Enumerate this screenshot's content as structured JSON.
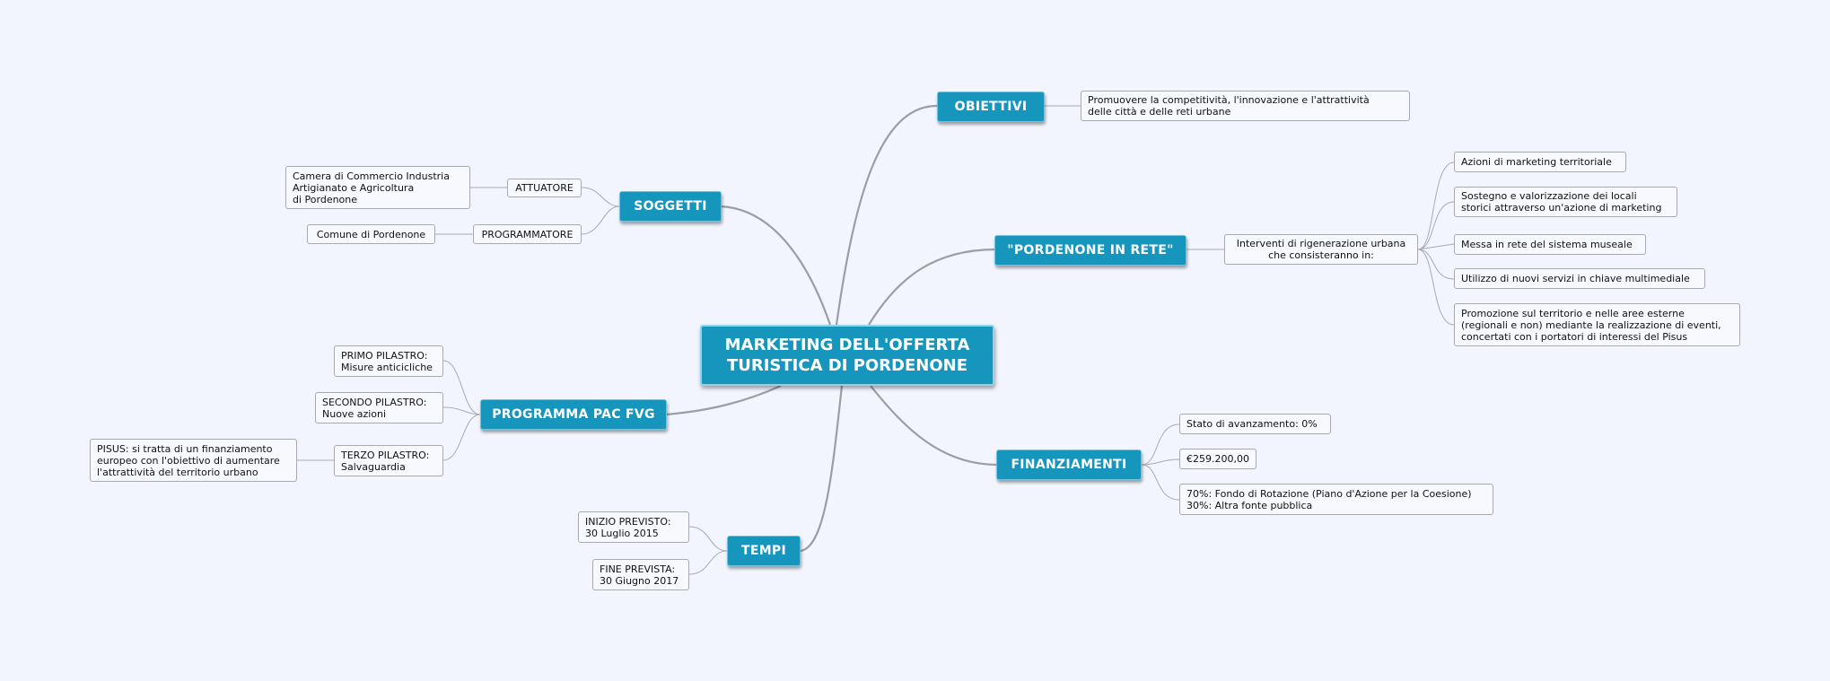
{
  "central": {
    "line1": "MARKETING DELL'OFFERTA",
    "line2": "TURISTICA DI PORDENONE"
  },
  "branches": {
    "obiettivi": {
      "label": "OBIETTIVI",
      "detail": {
        "line1": "Promuovere la competitività, l'innovazione e l'attrattività",
        "line2": "delle città  e delle reti urbane"
      }
    },
    "rete": {
      "label": "\"PORDENONE IN RETE\"",
      "intro": {
        "line1": "Interventi di rigenerazione urbana",
        "line2": "che consisteranno in:"
      },
      "items": {
        "a": "Azioni di marketing territoriale",
        "b1": "Sostegno e valorizzazione dei locali",
        "b2": "storici attraverso un'azione di marketing",
        "c": "Messa in rete del sistema museale",
        "d": "Utilizzo di nuovi servizi in chiave multimediale",
        "e1": "Promozione sul territorio e nelle aree esterne",
        "e2": "(regionali e non) mediante la realizzazione di eventi,",
        "e3": "concertati con i portatori di interessi del Pisus"
      }
    },
    "finanziamenti": {
      "label": "FINANZIAMENTI",
      "stato": "Stato di avanzamento: 0%",
      "importo": "€259.200,00",
      "fondo1": "70%: Fondo di Rotazione (Piano d'Azione per la Coesione)",
      "fondo2": "30%: Altra fonte pubblica"
    },
    "soggetti": {
      "label": "SOGGETTI",
      "attuatore": "ATTUATORE",
      "attuatore_value": {
        "line1": "Camera di Commercio Industria",
        "line2": "Artigianato e Agricoltura",
        "line3": "di Pordenone"
      },
      "programmatore": "PROGRAMMATORE",
      "programmatore_value": "Comune di Pordenone"
    },
    "pac": {
      "label": "PROGRAMMA PAC FVG",
      "primo": {
        "line1": "PRIMO PILASTRO:",
        "line2": "Misure anticicliche"
      },
      "secondo": {
        "line1": "SECONDO PILASTRO:",
        "line2": "Nuove azioni"
      },
      "terzo": {
        "line1": "TERZO PILASTRO:",
        "line2": "Salvaguardia"
      },
      "pisus": {
        "line1": "PISUS: si tratta di un finanziamento",
        "line2": "europeo con l'obiettivo di aumentare",
        "line3": "l'attrattività del territorio urbano"
      }
    },
    "tempi": {
      "label": "TEMPI",
      "inizio": {
        "line1": "INIZIO PREVISTO:",
        "line2": "30 Luglio 2015"
      },
      "fine": {
        "line1": "FINE PREVISTA:",
        "line2": "30 Giugno 2017"
      }
    }
  },
  "colors": {
    "topic": "#1796bd",
    "background": "#f2f5fd",
    "connector": "#a0a0a8",
    "box_border": "#a9a9b4"
  }
}
